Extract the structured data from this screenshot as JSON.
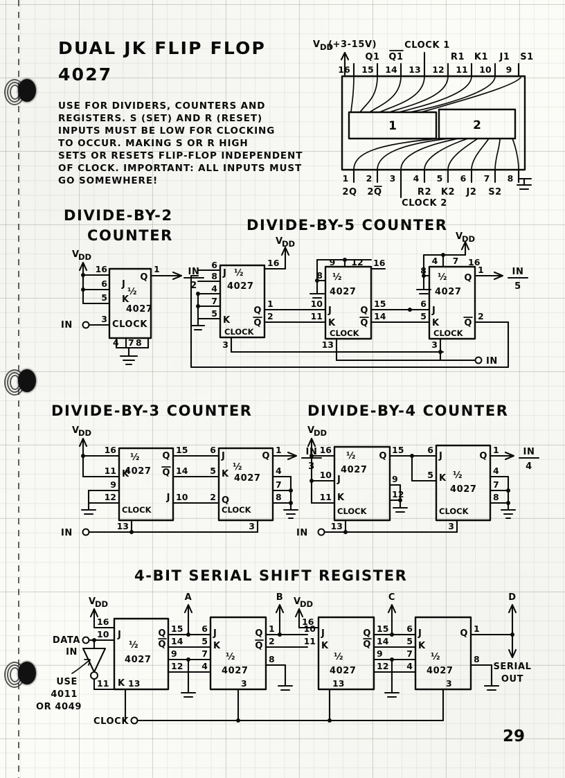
{
  "page": {
    "number": "29",
    "title_line1": "DUAL JK FLIP FLOP",
    "title_line2": "4027"
  },
  "description": {
    "lines": [
      "USE  FOR  DIVIDERS,  COUNTERS  AND",
      "REGISTERS.    S (SET) AND  R (RESET)",
      "INPUTS  MUST  BE  LOW   FOR   CLOCKING",
      "TO  OCCUR.  MAKING   S  OR  R  HIGH",
      "SETS  OR  RESETS  FLIP-FLOP  INDEPENDENT",
      "OF  CLOCK. IMPORTANT: ALL  INPUTS  MUST",
      "GO  SOMEWHERE!"
    ]
  },
  "pinout": {
    "supply_label": "V",
    "supply_sub": "DD",
    "supply_range": "(+3-15V)",
    "clock1_label": "CLOCK 1",
    "clock2_label": "CLOCK 2",
    "block1_label": "1",
    "block2_label": "2",
    "top_pins": [
      {
        "num": "16",
        "name": ""
      },
      {
        "num": "15",
        "name": "Q1"
      },
      {
        "num": "14",
        "name": "Q1",
        "bar": true
      },
      {
        "num": "13",
        "name": ""
      },
      {
        "num": "12",
        "name": "R1"
      },
      {
        "num": "11",
        "name": "K1"
      },
      {
        "num": "10",
        "name": "J1"
      },
      {
        "num": "9",
        "name": "S1"
      }
    ],
    "bottom_pins": [
      {
        "num": "1",
        "name": "2Q"
      },
      {
        "num": "2",
        "name": "2Q",
        "bar": true
      },
      {
        "num": "3",
        "name": ""
      },
      {
        "num": "4",
        "name": "R2"
      },
      {
        "num": "5",
        "name": "K2"
      },
      {
        "num": "6",
        "name": "J2"
      },
      {
        "num": "7",
        "name": "S2"
      },
      {
        "num": "8",
        "name": ""
      }
    ]
  },
  "div2": {
    "title_l1": "DIVIDE-BY-2",
    "title_l2": "COUNTER",
    "vdd": "V",
    "vdd_sub": "DD",
    "in_label": "IN",
    "out_num": "IN",
    "out_den": "2",
    "chip": {
      "half": "½",
      "part": "4027",
      "j": "J",
      "k": "K",
      "q": "Q",
      "clock": "CLOCK"
    },
    "pins": {
      "vdd": "16",
      "j": "6",
      "k": "5",
      "clock": "3",
      "q": "1",
      "g1": "4",
      "g2": "7",
      "g3": "8"
    }
  },
  "div5": {
    "title": "DIVIDE-BY-5 COUNTER",
    "vdd": "V",
    "vdd_sub": "DD",
    "in_label": "IN",
    "out_num": "IN",
    "out_den": "5",
    "half": "½",
    "part": "4027",
    "stage1": {
      "j": "6",
      "p8": "8",
      "p4": "4",
      "p7": "7",
      "k": "5",
      "vdd": "16",
      "q": "1",
      "qb": "2",
      "clock": "3",
      "lj": "J",
      "lk": "K",
      "lq": "Q",
      "lqb": "Q",
      "lclk": "CLOCK"
    },
    "stage2": {
      "p9": "9",
      "p12": "12",
      "p8": "8",
      "vdd": "16",
      "j": "10",
      "k": "11",
      "q": "15",
      "qb": "14",
      "clock": "13",
      "lj": "J",
      "lk": "K",
      "lq": "Q",
      "lqb": "Q",
      "lclk": "CLOCK"
    },
    "stage3": {
      "p4": "4",
      "p7": "7",
      "p8": "8",
      "vdd": "16",
      "j": "6",
      "k": "5",
      "q": "1",
      "qb": "2",
      "clock": "3",
      "lj": "J",
      "lk": "K",
      "lq": "Q",
      "lqb": "Q",
      "lclk": "CLOCK"
    }
  },
  "div3": {
    "title": "DIVIDE-BY-3 COUNTER",
    "vdd": "V",
    "vdd_sub": "DD",
    "in_label": "IN",
    "out_num": "IN",
    "out_den": "3",
    "half": "½",
    "part": "4027",
    "stage1": {
      "vdd": "16",
      "k": "11",
      "p9": "9",
      "p12": "12",
      "clock": "13",
      "q": "15",
      "qb": "14",
      "j": "10",
      "lk": "K",
      "lq": "Q",
      "lqb": "Q",
      "lj": "J",
      "lclk": "CLOCK"
    },
    "stage2": {
      "j": "6",
      "k": "5",
      "qin": "2",
      "clock": "3",
      "q": "1",
      "g1": "4",
      "g2": "7",
      "g3": "8",
      "lj": "J",
      "lk": "K",
      "lq": "Q",
      "lqin": "Q",
      "lclk": "CLOCK"
    }
  },
  "div4": {
    "title": "DIVIDE-BY-4 COUNTER",
    "vdd": "V",
    "vdd_sub": "DD",
    "in_label": "IN",
    "out_num": "IN",
    "out_den": "4",
    "half": "½",
    "part": "4027",
    "stage1": {
      "vdd": "16",
      "j": "10",
      "k": "11",
      "clock": "13",
      "q": "15",
      "p9": "9",
      "p12": "12",
      "lj": "J",
      "lk": "K",
      "lq": "Q",
      "lclk": "CLOCK"
    },
    "stage2": {
      "j": "6",
      "k": "5",
      "clock": "3",
      "q": "1",
      "g1": "4",
      "g2": "7",
      "g3": "8",
      "lj": "J",
      "lk": "K",
      "lq": "Q",
      "lclk": "CLOCK"
    }
  },
  "shift": {
    "title": "4-BIT SERIAL SHIFT REGISTER",
    "half": "½",
    "part": "4027",
    "data_in_l1": "DATA",
    "data_in_l2": "IN",
    "clock_label": "CLOCK",
    "vdd": "V",
    "vdd_sub": "DD",
    "inverter_note": [
      "USE",
      "4011",
      "OR 4049"
    ],
    "serial_out_l1": "SERIAL",
    "serial_out_l2": "OUT",
    "taps": [
      "A",
      "B",
      "C",
      "D"
    ],
    "stage1": {
      "vdd": "16",
      "j": "10",
      "k": "11",
      "clock": "13",
      "q": "15",
      "qb": "14",
      "p9": "9",
      "p12": "12",
      "lj": "J",
      "lk": "K",
      "lq": "Q",
      "lqb": "Q"
    },
    "stage2": {
      "j": "6",
      "k": "5",
      "p7": "7",
      "p4": "4",
      "q": "1",
      "qb": "2",
      "p8": "8",
      "clock": "3",
      "lj": "J",
      "lk": "K",
      "lq": "Q",
      "lqb": "Q"
    },
    "stage3": {
      "vdd": "16",
      "j": "10",
      "k": "11",
      "q": "15",
      "qb": "14",
      "p9": "9",
      "p12": "12",
      "clock": "13",
      "lj": "J",
      "lk": "K",
      "lq": "Q",
      "lqb": "Q"
    },
    "stage4": {
      "j": "6",
      "k": "5",
      "p7": "7",
      "p4": "4",
      "q": "1",
      "p8": "8",
      "clock": "3",
      "lj": "J",
      "lk": "K",
      "lq": "Q"
    }
  },
  "colors": {
    "ink": "#0a0a0a",
    "paper": "#fbfbf7",
    "grid": "#8c9b8c"
  }
}
